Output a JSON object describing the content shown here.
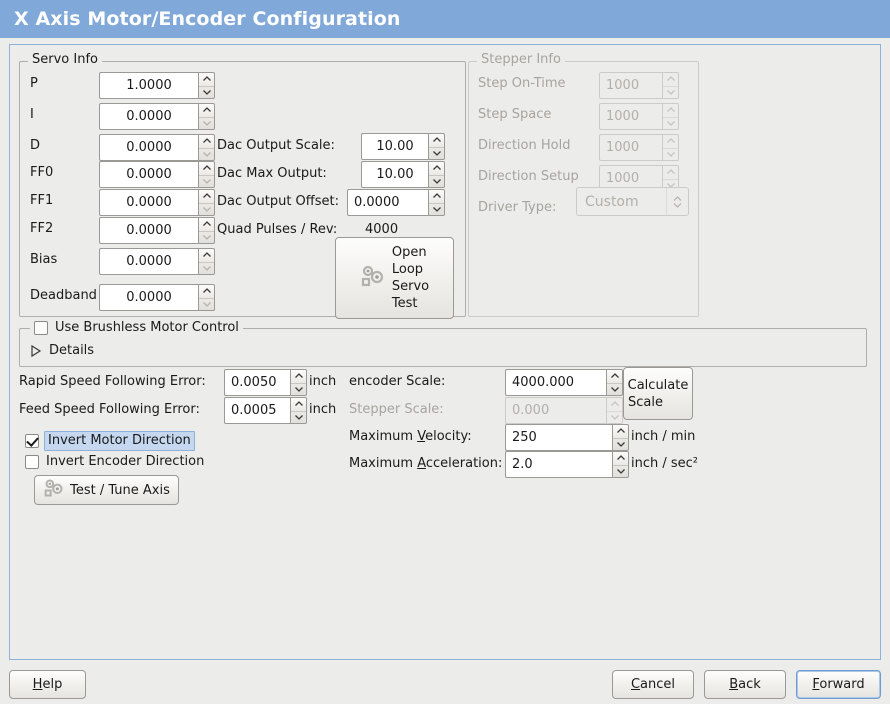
{
  "window": {
    "title": "X Axis Motor/Encoder Configuration",
    "title_bg": "#80a8d8",
    "title_fg": "#ffffff",
    "page_bg": "#ececea",
    "border_color": "#8fb0d8"
  },
  "servo_info": {
    "legend": "Servo Info",
    "fields": [
      {
        "label": "P",
        "value": "1.0000"
      },
      {
        "label": "I",
        "value": "0.0000"
      },
      {
        "label": "D",
        "value": "0.0000"
      },
      {
        "label": "FF0",
        "value": "0.0000"
      },
      {
        "label": "FF1",
        "value": "0.0000"
      },
      {
        "label": "FF2",
        "value": "0.0000"
      },
      {
        "label": "Bias",
        "value": "0.0000"
      },
      {
        "label": "Deadband",
        "value": "0.0000"
      }
    ],
    "dac": [
      {
        "label": "Dac Output Scale:",
        "value": "10.00"
      },
      {
        "label": "Dac Max Output:",
        "value": "10.00"
      },
      {
        "label": "Dac Output Offset:",
        "value": "0.0000"
      }
    ],
    "quad_label": "Quad Pulses / Rev:",
    "quad_value": "4000",
    "open_loop_button": {
      "lines": [
        "Open",
        "Loop",
        "Servo",
        "Test"
      ],
      "icon": "gears-icon"
    }
  },
  "stepper_info": {
    "legend": "Stepper Info",
    "enabled": false,
    "fields": [
      {
        "label": "Step On-Time",
        "value": "1000"
      },
      {
        "label": "Step Space",
        "value": "1000"
      },
      {
        "label": "Direction Hold",
        "value": "1000"
      },
      {
        "label": "Direction Setup",
        "value": "1000"
      }
    ],
    "driver_type": {
      "label": "Driver Type:",
      "value": "Custom"
    }
  },
  "brushless": {
    "checkbox_label": "Use Brushless Motor Control",
    "checked": false,
    "details_label": "Details",
    "details_expanded": false
  },
  "errors": {
    "rapid": {
      "label": "Rapid Speed Following Error:",
      "value": "0.0050",
      "unit": "inch"
    },
    "feed": {
      "label": "Feed Speed Following Error:",
      "value": "0.0005",
      "unit": "inch"
    }
  },
  "invert": {
    "motor": {
      "label": "Invert Motor Direction",
      "checked": true,
      "focused": true
    },
    "encoder": {
      "label": "Invert Encoder Direction",
      "checked": false,
      "focused": false
    }
  },
  "test_tune_button": {
    "label": "Test / Tune Axis",
    "icon": "gears-icon"
  },
  "scales": {
    "encoder": {
      "label": "encoder Scale:",
      "value": "4000.000",
      "enabled": true
    },
    "stepper": {
      "label": "Stepper Scale:",
      "value": "0.000",
      "enabled": false
    },
    "calculate_button": {
      "lines": [
        "Calculate",
        "Scale"
      ]
    }
  },
  "limits": {
    "velocity": {
      "label_pre": "Maximum ",
      "mnemonic": "V",
      "label_post": "elocity:",
      "value": "250",
      "unit": "inch / min"
    },
    "acceleration": {
      "label_pre": "Maximum ",
      "mnemonic": "A",
      "label_post": "cceleration:",
      "value": "2.0",
      "unit": "inch / sec²"
    }
  },
  "actions": {
    "help": {
      "pre": "",
      "mnemonic": "H",
      "post": "elp"
    },
    "cancel": {
      "pre": "",
      "mnemonic": "C",
      "post": "ancel"
    },
    "back": {
      "pre": "",
      "mnemonic": "B",
      "post": "ack"
    },
    "forward": {
      "pre": "",
      "mnemonic": "F",
      "post": "orward",
      "focused": true
    }
  }
}
